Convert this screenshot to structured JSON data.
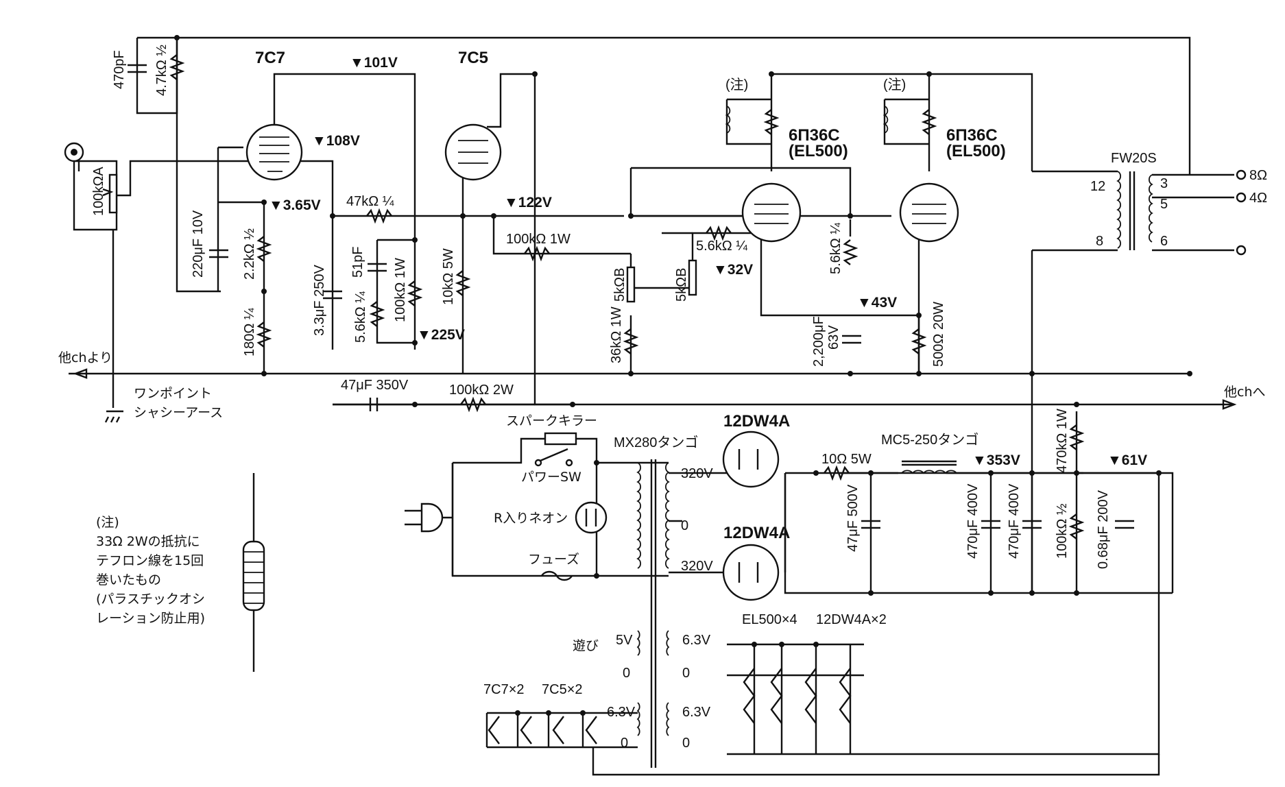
{
  "tubes": {
    "v1": "7C7",
    "v2": "7C5",
    "v3_a": "6П36C",
    "v3_b": "(EL500)",
    "v4_a": "6П36C",
    "v4_b": "(EL500)",
    "rect1": "12DW4A",
    "rect2": "12DW4A"
  },
  "voltages": {
    "v101": "▼101V",
    "v108": "▼108V",
    "v365": "▼3.65V",
    "v122": "▼122V",
    "v225": "▼225V",
    "v32": "▼32V",
    "v43": "▼43V",
    "v353": "▼353V",
    "v61": "▼61V"
  },
  "components": {
    "c470p": "470pF",
    "r47k": "4.7kΩ ½",
    "vr100k": "100kΩA",
    "c220u": "220μF 10V",
    "r22k": "2.2kΩ ½",
    "r180": "180Ω ¼",
    "c33u": "3.3μF 250V",
    "r47k_grid": "47kΩ ¼",
    "c51p": "51pF",
    "r56k_fb": "5.6kΩ ¼",
    "r100k1w": "100kΩ 1W",
    "r10k5w": "10kΩ 5W",
    "r100k1w_b": "100kΩ 1W",
    "r56k_g1": "5.6kΩ ¼",
    "r56k_g2": "5.6kΩ ¼",
    "vr5k_a": "5kΩB",
    "vr5k_b": "5kΩB",
    "r36k": "36kΩ 1W",
    "c2200u_a": "2,200μF",
    "c2200u_b": "63V",
    "r500": "500Ω 20W",
    "c47u350": "47μF 350V",
    "r100k2w": "100kΩ 2W",
    "r10_5w": "10Ω 5W",
    "choke": "MC5-250タンゴ",
    "c47u500": "47μF 500V",
    "c470u_a": "470μF 400V",
    "c470u_b": "470μF 400V",
    "r470k": "470kΩ 1W",
    "r100k_half": "100kΩ ½",
    "c068": "0.68μF 200V"
  },
  "power": {
    "transformer": "MX280タンゴ",
    "spark_killer": "スパークキラー",
    "power_sw": "パワーSW",
    "neon": "R入りネオン",
    "fuse": "フューズ",
    "tap_320a": "320V",
    "tap_0": "0",
    "tap_320b": "320V",
    "asobi": "遊び",
    "h5v": "5V",
    "h0a": "0",
    "h63a": "6.3V",
    "h0b": "0",
    "h63b": "6.3V",
    "h0c": "0",
    "h63c": "6.3V",
    "h0d": "0",
    "heater_power": "EL500×4",
    "heater_rect": "12DW4A×2",
    "heater_small_a": "7C7×2",
    "heater_small_b": "7C5×2"
  },
  "output": {
    "transformer": "FW20S",
    "p12": "12",
    "p8": "8",
    "s3": "3",
    "s5": "5",
    "s6": "6",
    "o8": "8Ω",
    "o4": "4Ω"
  },
  "notes": {
    "note_mark_a": "(注)",
    "note_mark_b": "(注)",
    "from_other": "他chより",
    "to_other": "他chへ",
    "ground_a": "ワンポイント",
    "ground_b": "シャシーアース",
    "n1": "(注)",
    "n2": "33Ω 2Wの抵抗に",
    "n3": "テフロン線を15回",
    "n4": "巻いたもの",
    "n5": "(パラスチックオシ",
    "n6": "レーション防止用)"
  }
}
